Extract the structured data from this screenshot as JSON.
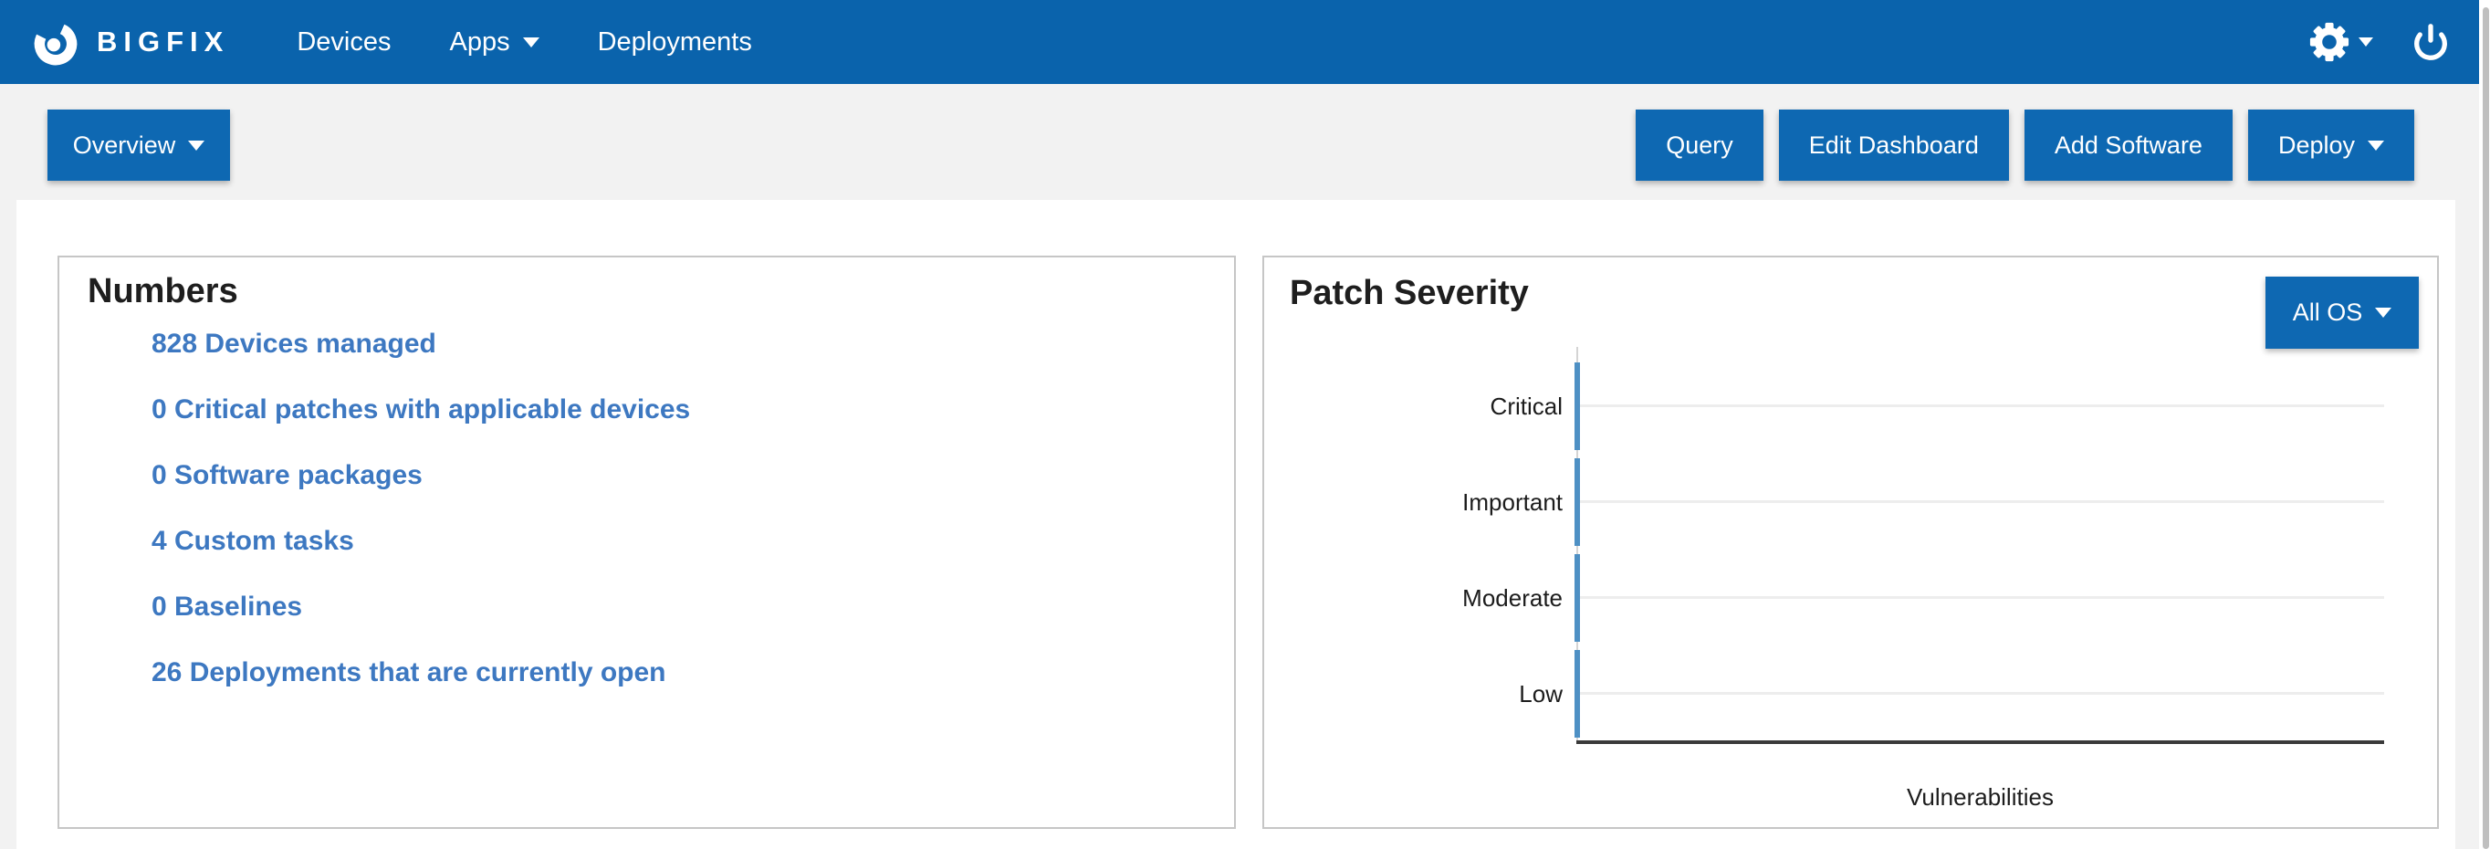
{
  "nav": {
    "brand": "BIGFIX",
    "items": [
      {
        "label": "Devices",
        "has_caret": false
      },
      {
        "label": "Apps",
        "has_caret": true
      },
      {
        "label": "Deployments",
        "has_caret": false
      }
    ],
    "right_icons": [
      {
        "name": "gear-icon"
      },
      {
        "name": "chevron-down-icon"
      },
      {
        "name": "power-icon"
      }
    ]
  },
  "toolbar": {
    "view_selector": {
      "label": "Overview",
      "has_caret": true
    },
    "actions": [
      {
        "label": "Query",
        "has_caret": false
      },
      {
        "label": "Edit Dashboard",
        "has_caret": false
      },
      {
        "label": "Add Software",
        "has_caret": false
      },
      {
        "label": "Deploy",
        "has_caret": true
      }
    ]
  },
  "panels": {
    "numbers": {
      "title": "Numbers",
      "links": [
        "828 Devices managed",
        "0 Critical patches with applicable devices",
        "0 Software packages",
        "4 Custom tasks",
        "0 Baselines",
        "26 Deployments that are currently open"
      ]
    },
    "patch_severity": {
      "title": "Patch Severity",
      "os_filter_label": "All OS"
    }
  },
  "chart_data": {
    "type": "bar",
    "orientation": "horizontal",
    "title": "Patch Severity",
    "categories": [
      "Critical",
      "Important",
      "Moderate",
      "Low"
    ],
    "values": [
      0,
      0,
      0,
      0
    ],
    "xlabel": "Vulnerabilities",
    "ylabel": "",
    "xlim": [
      0,
      1
    ],
    "grid": true,
    "legend": false,
    "bar_color": "#4e90c4"
  },
  "colors": {
    "nav_blue": "#0a63ac",
    "button_blue": "#0e68b2",
    "link_blue": "#3d78c1",
    "toolbar_gray": "#f2f2f2",
    "panel_border": "#c6c6c6",
    "gridline": "#ededed",
    "axis_dark": "#3a3a3a",
    "bar_blue": "#4e90c4"
  }
}
